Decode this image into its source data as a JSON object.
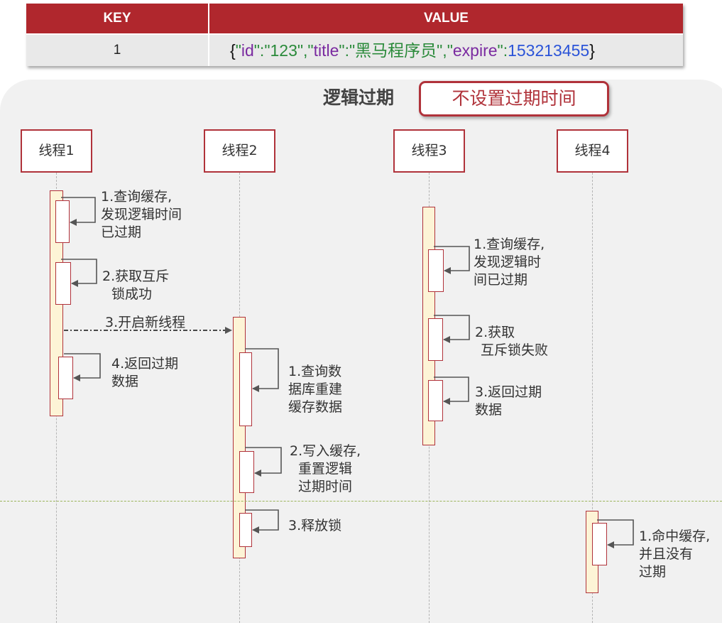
{
  "table": {
    "key_header": "KEY",
    "value_header": "VALUE",
    "row": {
      "key": "1",
      "value_parts": {
        "brace_open": "{",
        "q_id_1": "\"",
        "k_id": "id",
        "q_id_2": "\":\"",
        "v_id": "123",
        "q_sep_1": "\",\"",
        "k_title": "title",
        "q_title_2": "\":\"",
        "v_title": "黑马程序员",
        "q_sep_2": "\",\"",
        "k_expire": "expire",
        "q_expire_2": "\":",
        "v_expire": "153213455",
        "brace_close": "}"
      }
    }
  },
  "diagram": {
    "title": "逻辑过期",
    "badge": "不设置过期时间",
    "threads": [
      "线程1",
      "线程2",
      "线程3",
      "线程4"
    ],
    "thread1": {
      "step1": [
        "1.查询缓存,",
        "发现逻辑时间",
        "已过期"
      ],
      "step2": [
        "2.获取互斥",
        "锁成功"
      ],
      "step3": "3.开启新线程",
      "step4": [
        "4.返回过期",
        "数据"
      ]
    },
    "thread2": {
      "step1": [
        "1.查询数",
        "据库重建",
        "缓存数据"
      ],
      "step2": [
        "2.写入缓存,",
        "重置逻辑",
        "过期时间"
      ],
      "step3": "3.释放锁"
    },
    "thread3": {
      "step1": [
        "1.查询缓存,",
        "发现逻辑时",
        "间已过期"
      ],
      "step2": [
        "2.获取",
        "互斥锁失败"
      ],
      "step3": [
        "3.返回过期",
        "数据"
      ]
    },
    "thread4": {
      "step1": [
        "1.命中缓存,",
        "并且没有",
        "过期"
      ]
    }
  },
  "colors": {
    "header_red": "#b0272d",
    "border_red": "#b0323a",
    "activation_fill": "#fdf4d6",
    "json_key": "#7a2aa0",
    "json_string": "#2a8a3a",
    "json_number": "#2b54d8",
    "separator": "#9ab45a"
  }
}
